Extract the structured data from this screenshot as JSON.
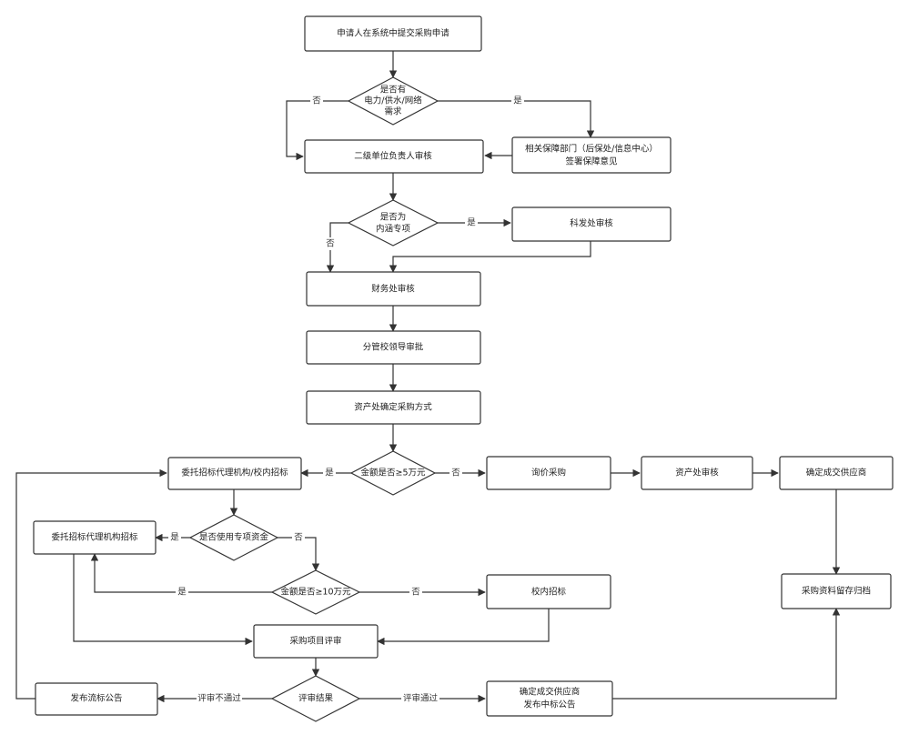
{
  "nodes": {
    "n_apply": "申请人在系统中提交采购申请",
    "d_utility_1": "是否有",
    "d_utility_2": "电力/供水/网络",
    "d_utility_3": "需求",
    "n_support_1": "相关保障部门（后保处/信息中心）",
    "n_support_2": "签署保障意见",
    "n_unit": "二级单位负责人审核",
    "d_inner_1": "是否为",
    "d_inner_2": "内涵专项",
    "n_keyan": "科发处审核",
    "n_finance": "财务处审核",
    "n_leader": "分管校领导审批",
    "n_asset_method": "资产处确定采购方式",
    "d_amount5": "金额是否≥5万元",
    "n_entrust": "委托招标代理机构/校内招标",
    "n_inquiry": "询价采购",
    "n_asset_review": "资产处审核",
    "n_supplier_a": "确定成交供应商",
    "d_special": "是否使用专项资金",
    "n_agency": "委托招标代理机构招标",
    "d_amount10": "金额是否≥10万元",
    "n_campus": "校内招标",
    "n_archive": "采购资料留存归档",
    "n_review": "采购项目评审",
    "d_result": "评审结果",
    "n_fail": "发布流标公告",
    "n_winner_1": "确定成交供应商",
    "n_winner_2": "发布中标公告"
  },
  "edge_labels": {
    "utility_no": "否",
    "utility_yes": "是",
    "inner_yes": "是",
    "inner_no": "否",
    "amount5_yes": "是",
    "amount5_no": "否",
    "special_yes": "是",
    "special_no": "否",
    "amount10_yes": "是",
    "amount10_no": "否",
    "result_fail": "评审不通过",
    "result_pass": "评审通过"
  },
  "colors": {
    "stroke": "#333333",
    "fill": "#ffffff",
    "text": "#222222"
  }
}
